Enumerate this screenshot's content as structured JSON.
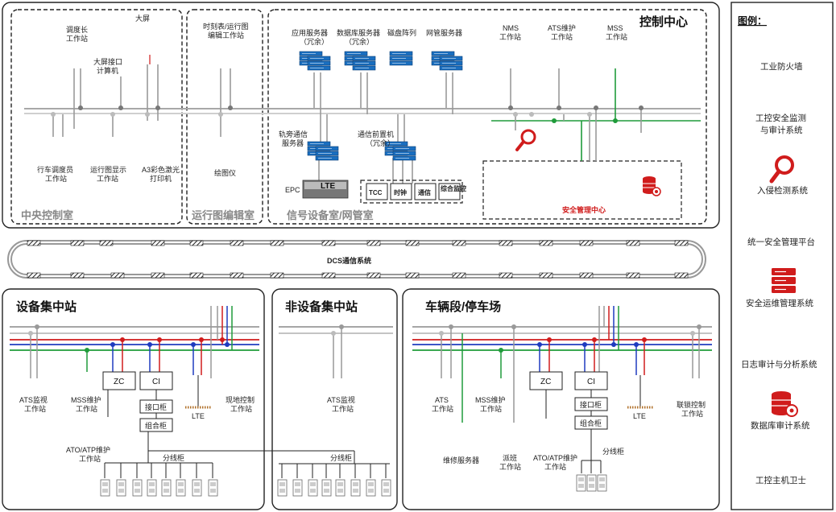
{
  "control_center": {
    "title": "控制中心",
    "rooms": {
      "central_control": "中央控制室",
      "timetable_edit": "运行图编辑室",
      "signal_room": "信号设备室/网管室",
      "security_center": "安全管理中心"
    },
    "central_labels": {
      "dispatcher_chief": [
        "调度长",
        "工作站"
      ],
      "big_screen": "大屏",
      "big_screen_iface": [
        "大屏接口",
        "计算机"
      ],
      "train_dispatcher": [
        "行车调度员",
        "工作站"
      ],
      "diagram_display": [
        "运行图显示",
        "工作站"
      ],
      "a3_printer": [
        "A3彩色激光",
        "打印机"
      ]
    },
    "timetable_labels": {
      "timetable_ws": [
        "时刻表/运行图",
        "编辑工作站"
      ],
      "plotter": "绘图仪"
    },
    "signal_labels": {
      "app_server": [
        "应用服务器",
        "（冗余）"
      ],
      "db_server": [
        "数据库服务器",
        "（冗余）"
      ],
      "disk_array": "磁盘阵列",
      "nms_server": "网管服务器",
      "trackside_server": [
        "轨旁通信",
        "服务器"
      ],
      "comm_fep": [
        "通信前置机",
        "（冗余）"
      ],
      "epc": "EPC",
      "lte": "LTE",
      "subsystems": [
        "TCC",
        "时钟",
        "通信",
        "综合监控"
      ]
    },
    "center_labels": {
      "nms_ws": [
        "NMS",
        "工作站"
      ],
      "ats_maint": [
        "ATS维护",
        "工作站"
      ],
      "mss_ws": [
        "MSS",
        "工作站"
      ]
    }
  },
  "dcs": {
    "label": "DCS通信系统"
  },
  "stations": {
    "equipment": {
      "title": "设备集中站",
      "labels": {
        "ats_monitor": [
          "ATS监视",
          "工作站"
        ],
        "mss_maint": [
          "MSS维护",
          "工作站"
        ],
        "local_ctrl": [
          "现地控制",
          "工作站"
        ],
        "ato_atp": [
          "ATO/ATP维护",
          "工作站"
        ],
        "zc": "ZC",
        "ci": "CI",
        "iface_cabinet": "接口柜",
        "combo_cabinet": "组合柜",
        "dist_cabinet": "分线柜",
        "lte": "LTE"
      }
    },
    "non_equipment": {
      "title": "非设备集中站",
      "labels": {
        "ats_monitor": [
          "ATS监视",
          "工作站"
        ],
        "dist_cabinet": "分线柜"
      }
    },
    "depot": {
      "title": "车辆段/停车场",
      "labels": {
        "ats_ws": [
          "ATS",
          "工作站"
        ],
        "mss_maint": [
          "MSS维护",
          "工作站"
        ],
        "maint_server": "维修服务器",
        "dispatch": [
          "派班",
          "工作站"
        ],
        "ato_atp": [
          "ATO/ATP维护",
          "工作站"
        ],
        "interlock_ctrl": [
          "联锁控制",
          "工作站"
        ],
        "zc": "ZC",
        "ci": "CI",
        "iface_cabinet": "接口柜",
        "combo_cabinet": "组合柜",
        "dist_cabinet": "分线柜",
        "lte": "LTE"
      }
    }
  },
  "legend": {
    "title": "图例：",
    "items": [
      {
        "label": "工业防火墙",
        "icon": "none"
      },
      {
        "label": [
          "工控安全监测",
          "与审计系统"
        ],
        "icon": "none"
      },
      {
        "label": "入侵检测系统",
        "icon": "magnifier-icon"
      },
      {
        "label": "统一安全管理平台",
        "icon": "none"
      },
      {
        "label": "安全运维管理系统",
        "icon": "server-rack-icon"
      },
      {
        "label": "日志审计与分析系统",
        "icon": "none"
      },
      {
        "label": "数据库审计系统",
        "icon": "database-audit-icon"
      },
      {
        "label": "工控主机卫士",
        "icon": "none"
      }
    ]
  },
  "colors": {
    "red": "#d01c1c",
    "blue": "#1f3bbf",
    "green": "#1f9b3a",
    "gray": "#a8a8a8",
    "server_blue": "#1a6fc0",
    "dark": "#222222"
  }
}
